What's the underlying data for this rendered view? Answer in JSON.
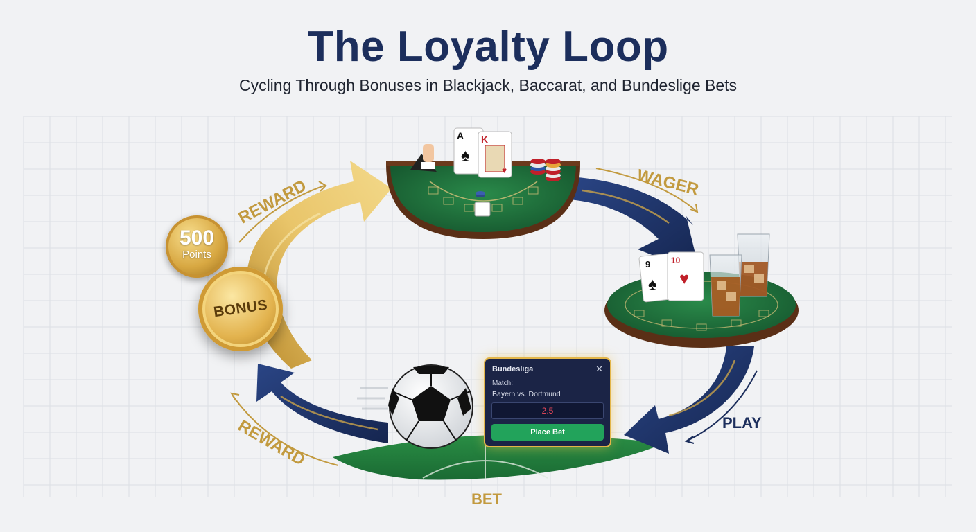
{
  "header": {
    "title": "The Loyalty Loop",
    "subtitle": "Cycling Through Bonuses in Blackjack, Baccarat, and Bundeslige Bets"
  },
  "loop_labels": {
    "reward_top": "REWARD",
    "wager": "WAGER",
    "play": "PLAY",
    "bet": "BET",
    "reward_bottom": "REWARD"
  },
  "coins": {
    "points_value": "500",
    "points_unit": "Points",
    "bonus_label": "BONUS"
  },
  "bet_panel": {
    "title": "Bundesliga",
    "close_glyph": "✕",
    "match_label": "Match:",
    "teams": "Bayern vs. Dortmund",
    "odds": "2.5",
    "button_label": "Place Bet"
  },
  "cards": {
    "blackjack": [
      "A",
      "K"
    ],
    "baccarat": [
      "9",
      "10"
    ]
  },
  "colors": {
    "navy": "#1c2e5c",
    "gold": "#c29a3f",
    "felt_green": "#1f6b3a",
    "pitch_green": "#1f7a3c",
    "bet_button": "#22a35b",
    "odds_text": "#ef4a5b"
  }
}
